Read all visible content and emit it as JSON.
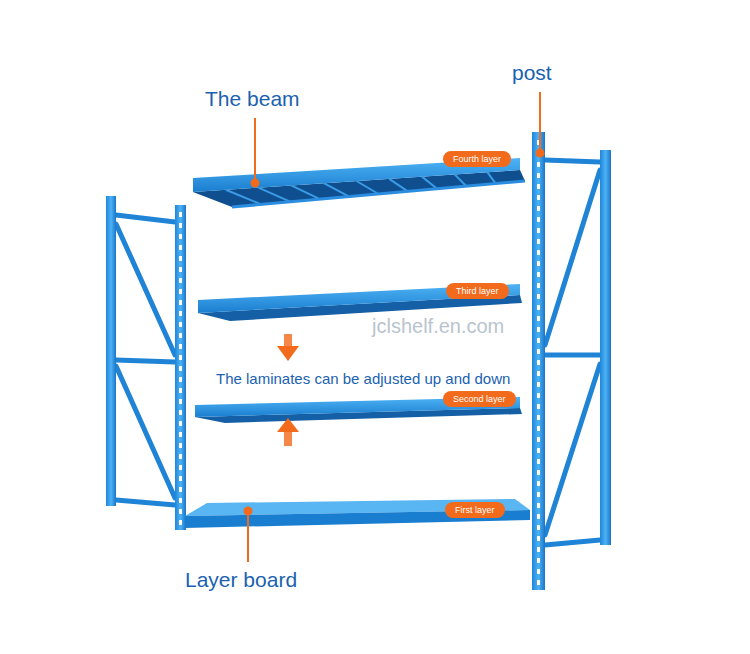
{
  "diagram": {
    "nodes": [
      {
        "text": [
          "Fourth layer"
        ]
      },
      {
        "text": [
          "Third layer"
        ]
      },
      {
        "text": [
          "Second layer"
        ]
      },
      {
        "text": [
          "First layer"
        ]
      }
    ],
    "labels": [
      "The beam",
      "post",
      "jclshelf.en.com",
      "The laminates can be adjusted up and down",
      "Layer board"
    ]
  }
}
